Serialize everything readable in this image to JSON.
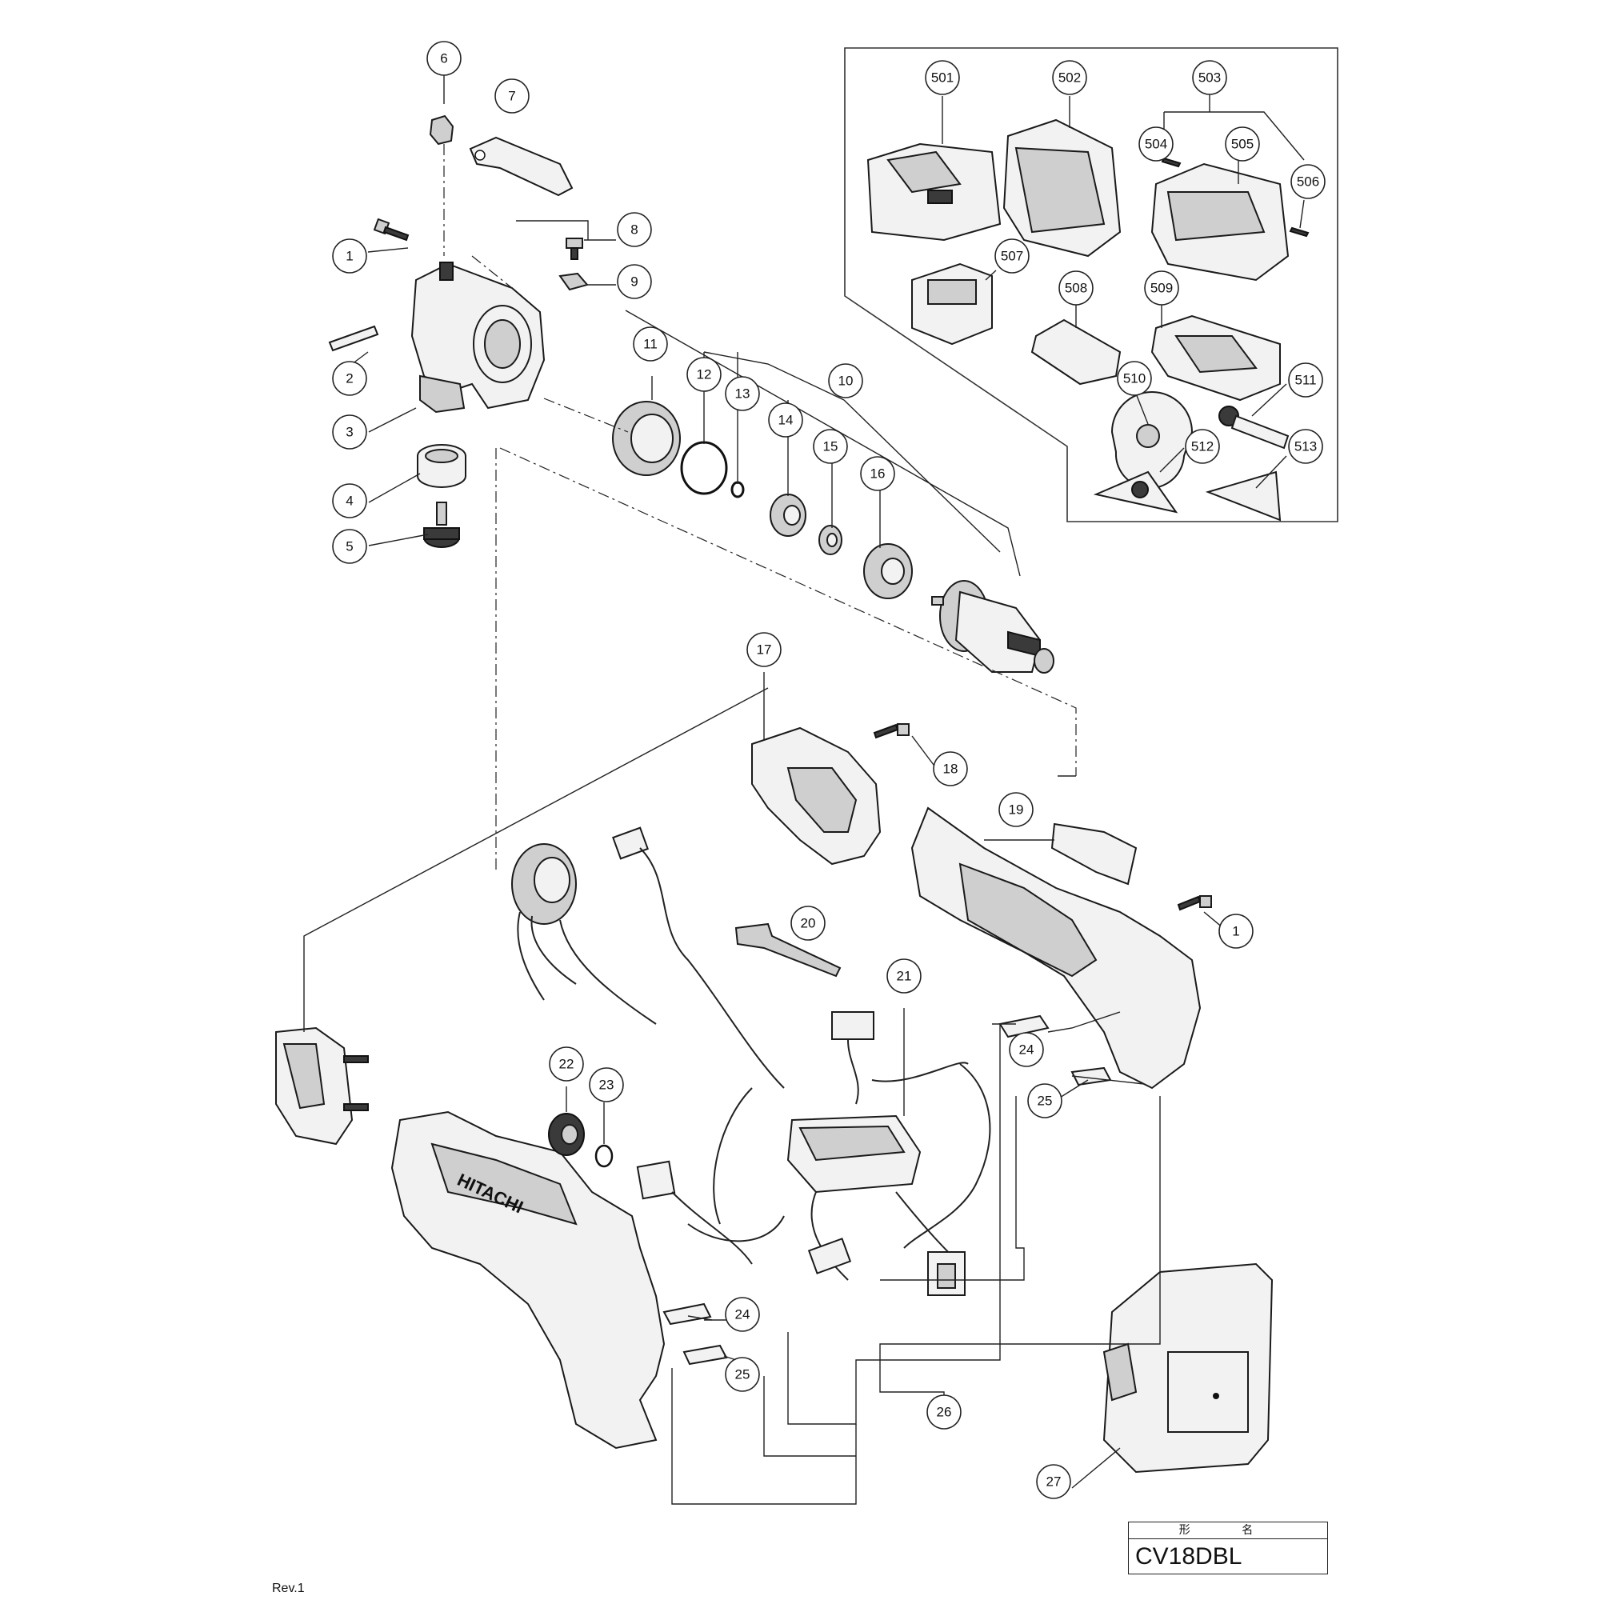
{
  "model": {
    "header": "形 名",
    "name": "CV18DBL"
  },
  "revision": "Rev.1",
  "brand_marking": "HITACHI",
  "callouts": [
    {
      "id": "c6",
      "label": "6"
    },
    {
      "id": "c7",
      "label": "7"
    },
    {
      "id": "c1a",
      "label": "1"
    },
    {
      "id": "c8",
      "label": "8"
    },
    {
      "id": "c9",
      "label": "9"
    },
    {
      "id": "c2",
      "label": "2"
    },
    {
      "id": "c3",
      "label": "3"
    },
    {
      "id": "c4",
      "label": "4"
    },
    {
      "id": "c5",
      "label": "5"
    },
    {
      "id": "c11",
      "label": "11"
    },
    {
      "id": "c12",
      "label": "12"
    },
    {
      "id": "c13",
      "label": "13"
    },
    {
      "id": "c14",
      "label": "14"
    },
    {
      "id": "c10",
      "label": "10"
    },
    {
      "id": "c15",
      "label": "15"
    },
    {
      "id": "c16",
      "label": "16"
    },
    {
      "id": "c17",
      "label": "17"
    },
    {
      "id": "c18",
      "label": "18"
    },
    {
      "id": "c19",
      "label": "19"
    },
    {
      "id": "c1b",
      "label": "1"
    },
    {
      "id": "c20",
      "label": "20"
    },
    {
      "id": "c21",
      "label": "21"
    },
    {
      "id": "c22",
      "label": "22"
    },
    {
      "id": "c23",
      "label": "23"
    },
    {
      "id": "c24a",
      "label": "24"
    },
    {
      "id": "c25a",
      "label": "25"
    },
    {
      "id": "c24b",
      "label": "24"
    },
    {
      "id": "c25b",
      "label": "25"
    },
    {
      "id": "c26",
      "label": "26"
    },
    {
      "id": "c27",
      "label": "27"
    },
    {
      "id": "c501",
      "label": "501"
    },
    {
      "id": "c502",
      "label": "502"
    },
    {
      "id": "c503",
      "label": "503"
    },
    {
      "id": "c504",
      "label": "504"
    },
    {
      "id": "c505",
      "label": "505"
    },
    {
      "id": "c506",
      "label": "506"
    },
    {
      "id": "c507",
      "label": "507"
    },
    {
      "id": "c508",
      "label": "508"
    },
    {
      "id": "c509",
      "label": "509"
    },
    {
      "id": "c510",
      "label": "510"
    },
    {
      "id": "c511",
      "label": "511"
    },
    {
      "id": "c512",
      "label": "512"
    },
    {
      "id": "c513",
      "label": "513"
    }
  ]
}
